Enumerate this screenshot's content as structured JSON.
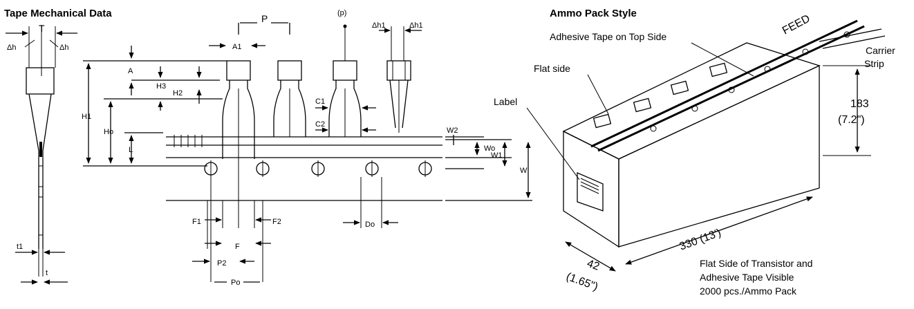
{
  "tape": {
    "title": "Tape Mechanical Data",
    "labels": {
      "T": "T",
      "dh_left": "Δh",
      "dh_right": "Δh",
      "t1": "t1",
      "t": "t",
      "P": "P",
      "A1": "A1",
      "A": "A",
      "H3": "H3",
      "H2": "H2",
      "H1": "H1",
      "Ho": "Ho",
      "L": "L",
      "C1": "C1",
      "C2": "C2",
      "p_top": "(p)",
      "dh1_left": "Δh1",
      "dh1_right": "Δh1",
      "W2": "W2",
      "Wo": "Wo",
      "W1": "W1",
      "W": "W",
      "F1": "F1",
      "F2": "F2",
      "F": "F",
      "P2": "P2",
      "Po": "Po",
      "Do": "Do"
    }
  },
  "ammo": {
    "title": "Ammo Pack Style",
    "adhesive_label": "Adhesive Tape on Top Side",
    "feed_label": "FEED",
    "carrier_label": "Carrier",
    "strip_label": "Strip",
    "flat_side_label": "Flat side",
    "label_label": "Label",
    "height_mm": "183",
    "height_in": "(7.2\")",
    "length_label": "330 (13')",
    "depth_mm": "42",
    "depth_in": "(1.65\")",
    "note_line1": "Flat Side of Transistor and",
    "note_line2": "Adhesive Tape Visible",
    "note_line3": "2000 pcs./Ammo Pack"
  }
}
